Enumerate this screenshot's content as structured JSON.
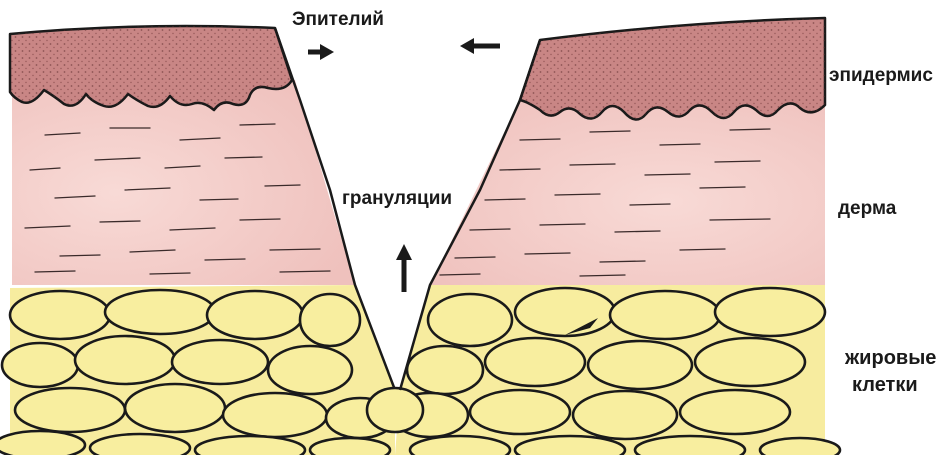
{
  "labels": {
    "epithelium": "Эпителий",
    "granulation": "грануляции",
    "epidermis": "эпидермис",
    "dermis": "дерма",
    "fat_line1": "жировые",
    "fat_line2": "клетки"
  },
  "colors": {
    "epidermis": "#c98685",
    "dermis": "#f3cfcc",
    "fat": "#f7ec9f",
    "outline": "#1a1a1a"
  },
  "arrows": [
    "right-arrow",
    "left-arrow",
    "up-arrow"
  ]
}
